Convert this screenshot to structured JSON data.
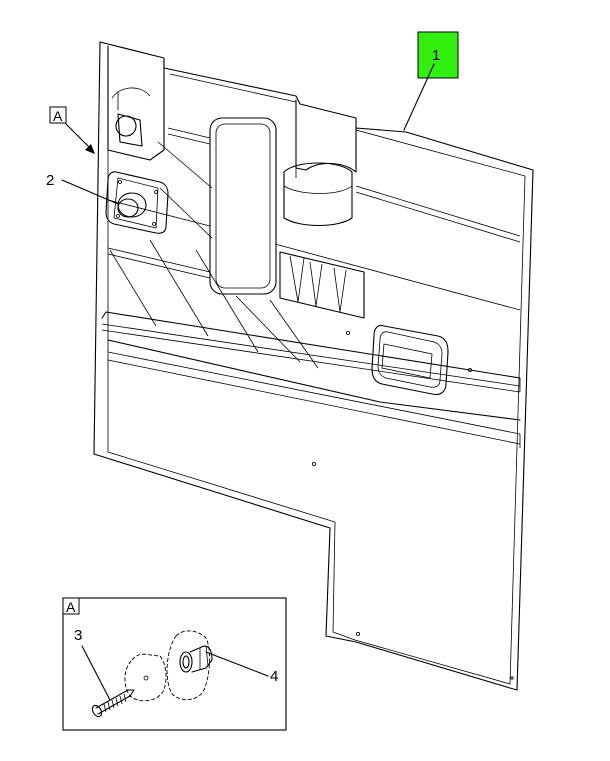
{
  "callouts": {
    "item_1": "1",
    "item_2": "2",
    "item_3": "3",
    "item_4": "4"
  },
  "view_labels": {
    "main_view_ref": "A",
    "detail_view_ref": "A"
  },
  "colors": {
    "highlight_callout": "#33ee11",
    "line": "#000000",
    "background": "#ffffff"
  }
}
